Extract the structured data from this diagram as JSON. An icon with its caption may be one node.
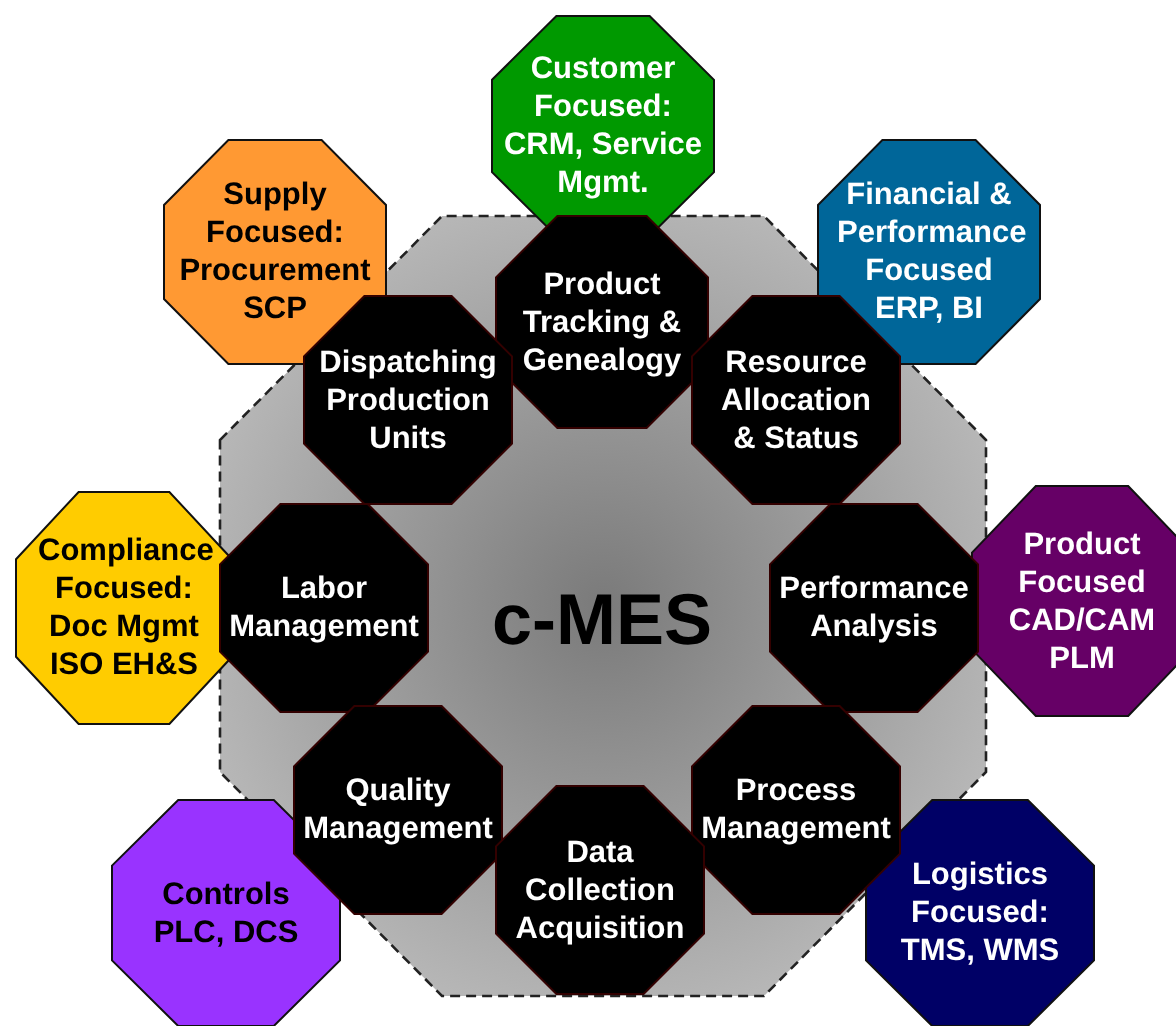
{
  "diagram": {
    "nodes": [
      {
        "text": [
          "c-MES"
        ]
      },
      {
        "text": [
          "Customer Focused: CRM, Service Mgmt."
        ]
      },
      {
        "text": [
          "Supply Focused: Procurement SCP"
        ]
      },
      {
        "text": [
          "Financial & Performance Focused ERP, BI"
        ]
      },
      {
        "text": [
          "Product Tracking & Genealogy"
        ],
        "in": 0
      },
      {
        "text": [
          "Dispatching Production Units"
        ],
        "in": 0
      },
      {
        "text": [
          "Resource Allocation & Status"
        ],
        "in": 0
      },
      {
        "text": [
          "Compliance Focused: Doc Mgmt ISO EH&S"
        ]
      },
      {
        "text": [
          "Labor Management"
        ],
        "in": 0
      },
      {
        "text": [
          "Performance Analysis"
        ],
        "in": 0
      },
      {
        "text": [
          "Product Focused CAD/CAM PLM"
        ]
      },
      {
        "text": [
          "Quality Management"
        ],
        "in": 0
      },
      {
        "text": [
          "Process Management"
        ],
        "in": 0
      },
      {
        "text": [
          "Data Collection Acquisition"
        ],
        "in": 0
      },
      {
        "text": [
          "Controls PLC, DCS"
        ]
      },
      {
        "text": [
          "Logistics Focused: TMS, WMS"
        ]
      }
    ]
  }
}
